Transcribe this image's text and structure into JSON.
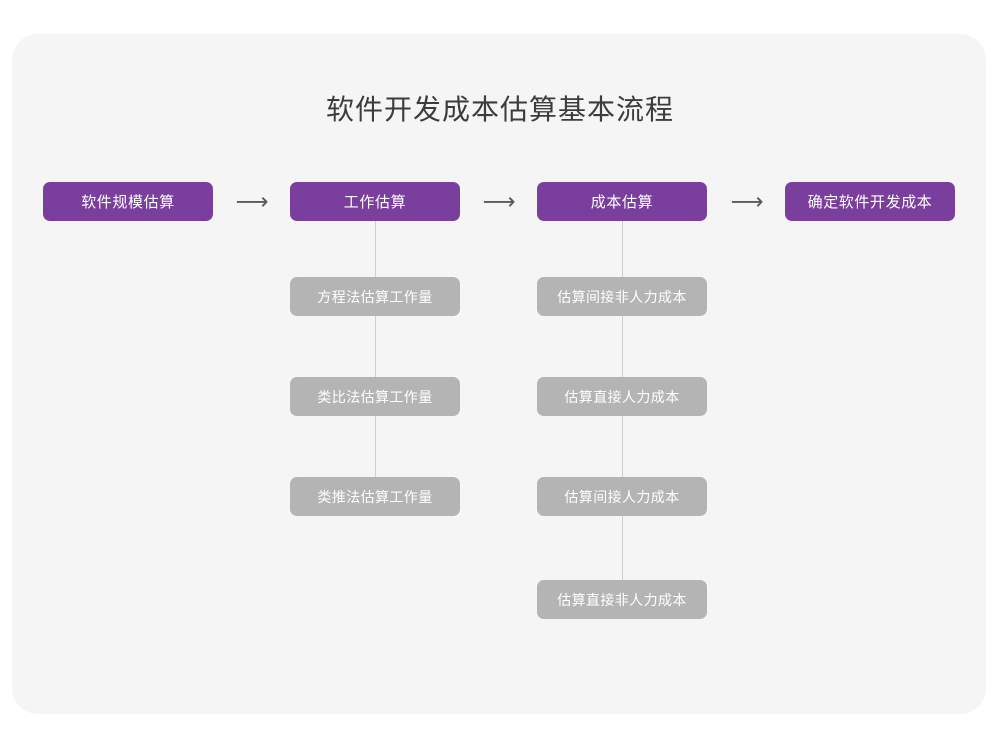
{
  "diagram": {
    "title": "软件开发成本估算基本流程",
    "colors": {
      "page_background": "#ffffff",
      "card_background": "#f5f5f6",
      "stage_box": "#7a3f9d",
      "sub_box": "#b4b4b4",
      "connector_line": "#cfcfcf",
      "title_text": "#3c3c3c",
      "box_text": "#ffffff",
      "arrow": "#5a5a5a"
    },
    "arrows": [
      {
        "glyph": "⟶"
      },
      {
        "glyph": "⟶"
      },
      {
        "glyph": "⟶"
      }
    ],
    "stages": [
      {
        "label": "软件规模估算"
      },
      {
        "label": "工作估算"
      },
      {
        "label": "成本估算"
      },
      {
        "label": "确定软件开发成本"
      }
    ],
    "branches": [
      {
        "parent": "工作估算",
        "items": [
          {
            "label": "方程法估算工作量"
          },
          {
            "label": "类比法估算工作量"
          },
          {
            "label": "类推法估算工作量"
          }
        ]
      },
      {
        "parent": "成本估算",
        "items": [
          {
            "label": "估算间接非人力成本"
          },
          {
            "label": "估算直接人力成本"
          },
          {
            "label": "估算间接人力成本"
          },
          {
            "label": "估算直接非人力成本"
          }
        ]
      }
    ]
  }
}
